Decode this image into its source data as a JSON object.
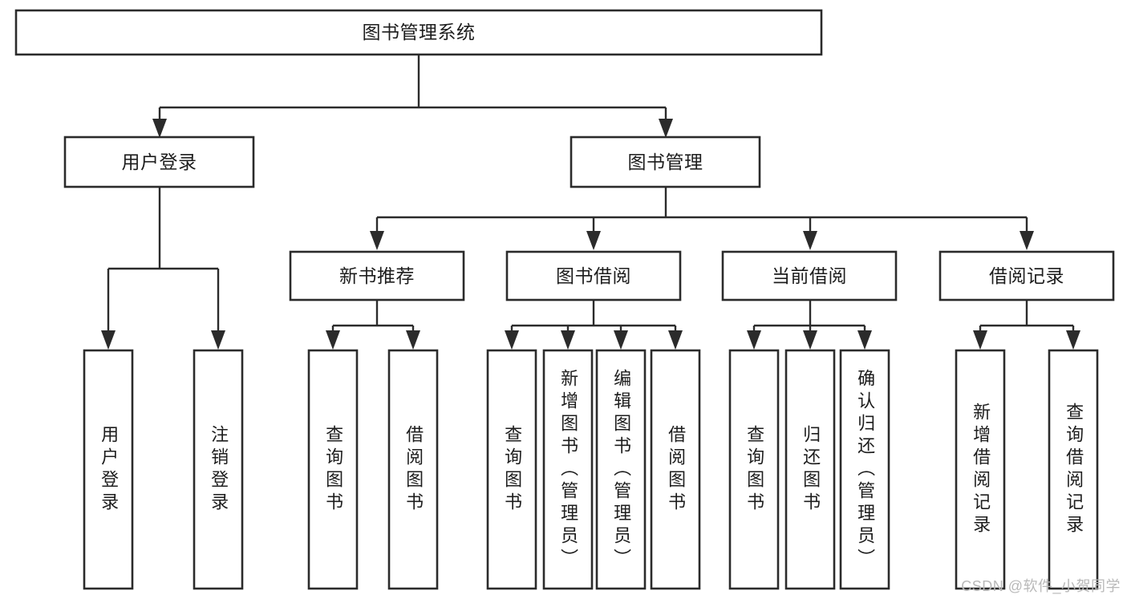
{
  "diagram": {
    "title": "图书管理系统",
    "type": "tree-hierarchy-diagram",
    "colors": {
      "box_stroke": "#2b2b2b",
      "box_fill": "#ffffff",
      "connector": "#2b2b2b",
      "text": "#1d1d1d",
      "background": "#ffffff",
      "watermark": "#b9b9b9"
    },
    "root": {
      "label": "图书管理系统"
    },
    "level2": [
      {
        "label": "用户登录"
      },
      {
        "label": "图书管理"
      }
    ],
    "level3": [
      {
        "label": "新书推荐"
      },
      {
        "label": "图书借阅"
      },
      {
        "label": "当前借阅"
      },
      {
        "label": "借阅记录"
      }
    ],
    "leaves": {
      "user_login": [
        {
          "label": "用户登录"
        },
        {
          "label": "注销登录"
        }
      ],
      "new_book_recommend": [
        {
          "label": "查询图书"
        },
        {
          "label": "借阅图书"
        }
      ],
      "book_borrow": [
        {
          "label": "查询图书"
        },
        {
          "label": "新增图书（管理员）"
        },
        {
          "label": "编辑图书（管理员）"
        },
        {
          "label": "借阅图书"
        }
      ],
      "current_borrow": [
        {
          "label": "查询图书"
        },
        {
          "label": "归还图书"
        },
        {
          "label": "确认归还（管理员）"
        }
      ],
      "borrow_record": [
        {
          "label": "新增借阅记录"
        },
        {
          "label": "查询借阅记录"
        }
      ]
    }
  },
  "watermark": {
    "text": "CSDN @软件_小贺同学"
  }
}
